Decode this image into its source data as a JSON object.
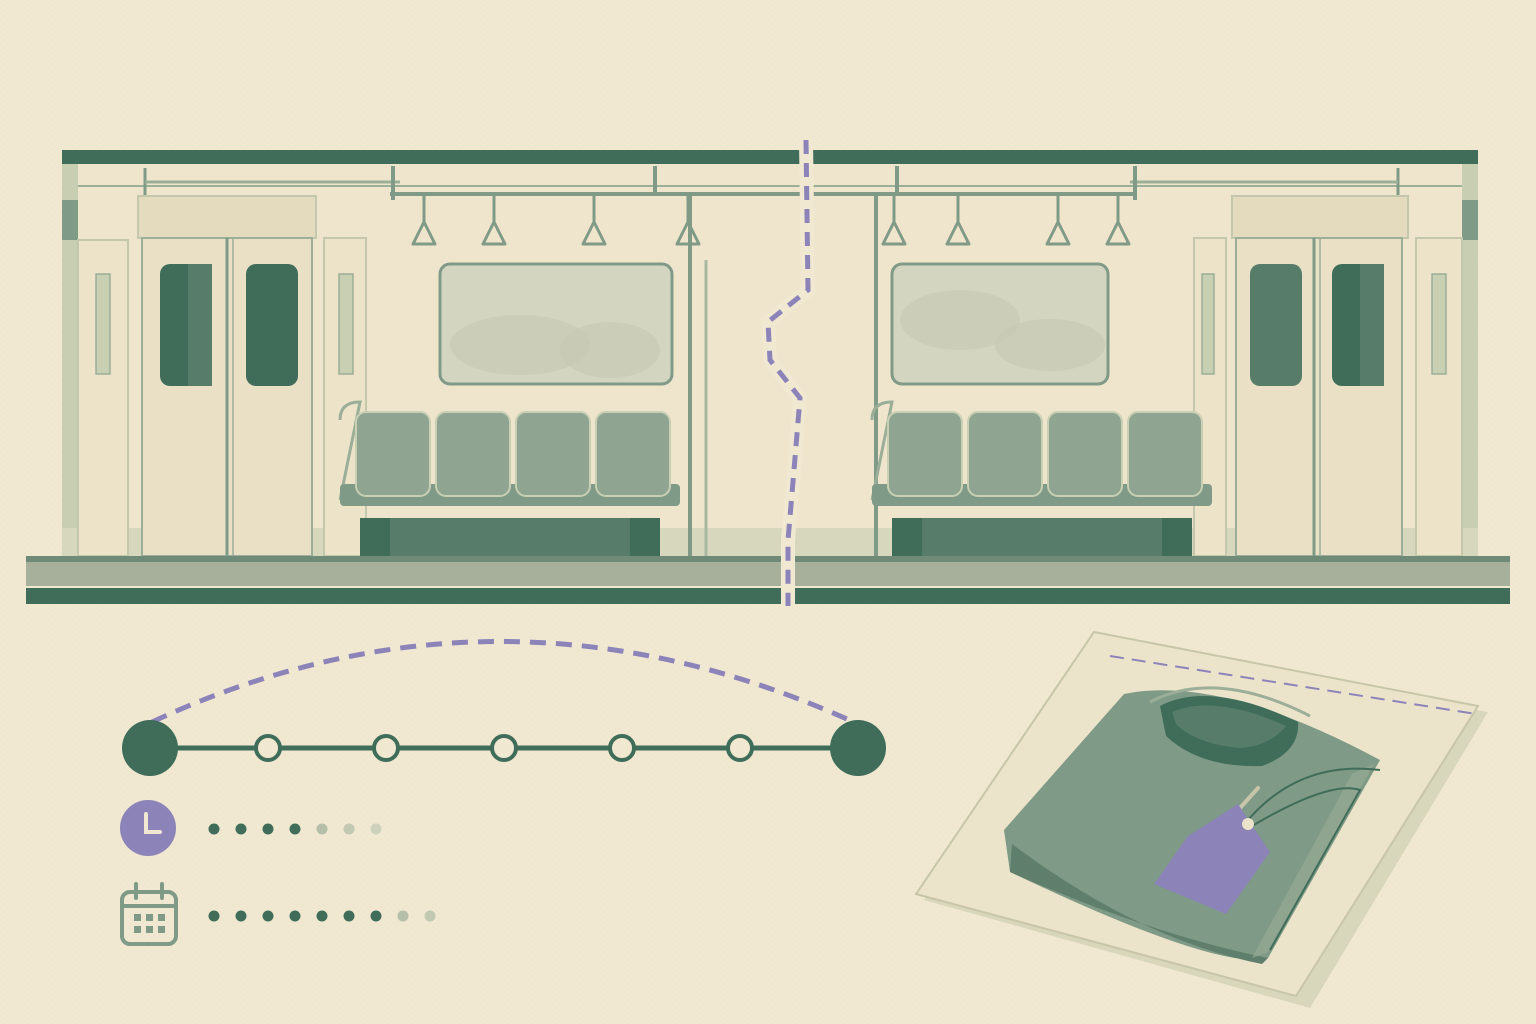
{
  "palette": {
    "paper": "#f1e8d2",
    "green_dark": "#3f6d5a",
    "green_mid": "#7f9a86",
    "green_light": "#c9cfb3",
    "panel": "#ece3c9",
    "window_glass": "#d3d4c0",
    "lavender": "#8c84b9",
    "dash": "#8c84b9"
  },
  "icons": {
    "clock": "clock-icon",
    "calendar": "calendar-icon",
    "tag": "price-tag-icon",
    "shirt": "folded-shirt-icon"
  },
  "route": {
    "intermediate_stops": 5
  },
  "progress": {
    "time_dots": {
      "filled": 4,
      "fading": 3
    },
    "date_dots": {
      "filled": 7,
      "fading": 2
    }
  }
}
